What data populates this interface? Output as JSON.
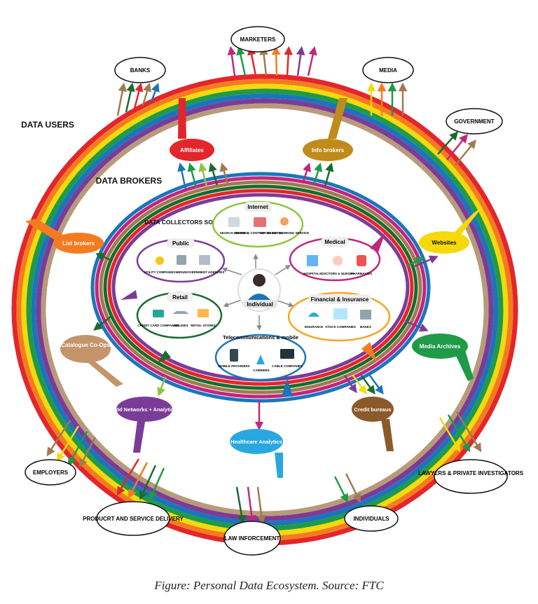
{
  "titles": {
    "data_users": "DATA USERS",
    "data_brokers": "DATA BROKERS",
    "collectors": "DATA COLLECTORS SOURCES"
  },
  "center": {
    "label": "Individual"
  },
  "sources": {
    "internet": {
      "title": "Internet",
      "items": [
        "SEARCH ENGINES",
        "RETAIL & CONTENT WEBSITES",
        "SOCIAL NETWORKING SERVICE"
      ]
    },
    "public": {
      "title": "Public",
      "items": [
        "UTILITY COMPANIES",
        "MEDIA",
        "GOVERNMENT AGENCIES"
      ]
    },
    "medical": {
      "title": "Medical",
      "items": [
        "HOSPITALS",
        "DOCTORS & NURSES",
        "PHARMACIES"
      ]
    },
    "retail": {
      "title": "Retail",
      "items": [
        "CREDIT CARD COMPANIES",
        "AIRLINES",
        "RETAIL STORES"
      ]
    },
    "financial": {
      "title": "Financial & Insurance",
      "items": [
        "INSURANCE",
        "STOCK COMPANIES",
        "BANKS"
      ]
    },
    "telecom": {
      "title": "Telecommunications & mobile",
      "items": [
        "MOBILE PROVIDERS",
        "CARRIERS",
        "CABLE COMPANIES"
      ]
    }
  },
  "brokers": {
    "affiliates": "Affiliates",
    "info_brokers": "Info brokers",
    "list_brokers": "List brokers",
    "websites": "Websites",
    "catalogue": "Catalogue Co-Ops",
    "media_archives": "Media Archives",
    "add_networks": "Add Networks + Analytics",
    "credit_bureaus": "Credit bureaus",
    "healthcare": "Healthcare Analytics"
  },
  "users": {
    "banks": "BANKS",
    "marketers": "MARKETERS",
    "media": "MEDIA",
    "government": "GOVERNMENT",
    "employers": "EMPLOYERS",
    "lawyers": "LAWYERS & PRIVATE INVESTIGATORS",
    "product": "PRODUCRT AND SERVICE DELIVERY",
    "law": "LAW INFORCEMENT",
    "individuals": "INDIVIDUALS"
  },
  "caption": "Figure: Personal Data Ecosystem. Source: FTC",
  "colors": {
    "red": "#e3262b",
    "orange": "#f47b20",
    "yellow": "#f5d90a",
    "green": "#1f9a48",
    "blue": "#1b75bb",
    "purple": "#7b3c97",
    "brown": "#a07a50",
    "darkgreen": "#1a6b2d",
    "magenta": "#c0267e",
    "tan": "#b89a7a",
    "lightgreen": "#8cc63f",
    "skyblue": "#29a8e0",
    "gold": "#c08b1a"
  }
}
